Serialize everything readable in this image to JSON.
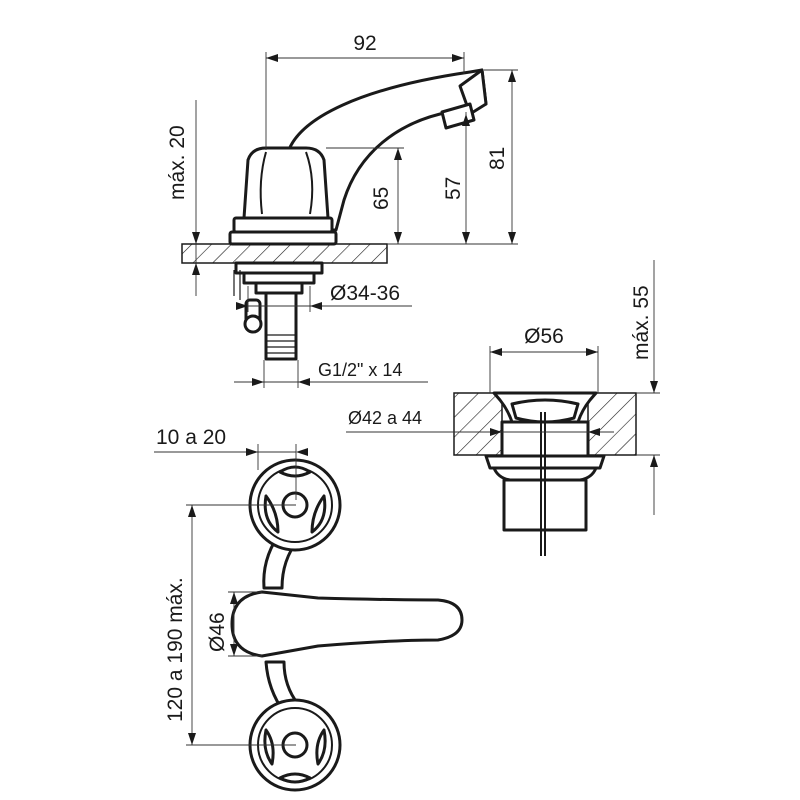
{
  "dimensions": {
    "spout_reach": "92",
    "max_counter_thickness_tap": "máx. 20",
    "handle_height": "65",
    "outlet_height": "57",
    "total_height": "81",
    "hole_diameter": "Ø34-36",
    "thread": "G1/2\" x 14",
    "drain_diameter": "Ø56",
    "max_counter_thickness_drain": "máx. 55",
    "drain_hole_diameter": "Ø42 a 44",
    "offset": "10 a 20",
    "centers": "120 a 190 máx.",
    "lever_diameter": "Ø46"
  },
  "colors": {
    "line": "#1a1a1a",
    "background": "#ffffff"
  }
}
